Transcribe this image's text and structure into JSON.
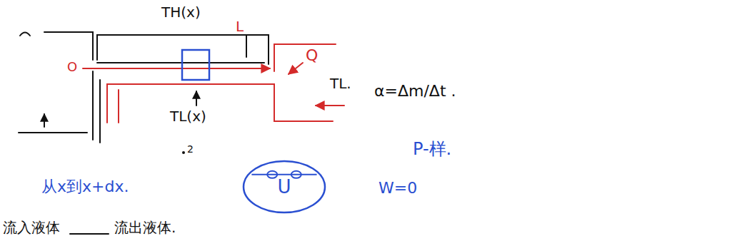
{
  "diagram": {
    "nodes": [
      {
        "text": [
          "U"
        ]
      }
    ],
    "labels": [
      "TH(x)",
      "L",
      "O",
      "Q",
      "TL.",
      "α=Δm/Δt .",
      "TL(x)",
      "2",
      "P-样.",
      "W=0",
      "从x到x+dx.",
      "流入液体",
      "流出液体."
    ]
  }
}
